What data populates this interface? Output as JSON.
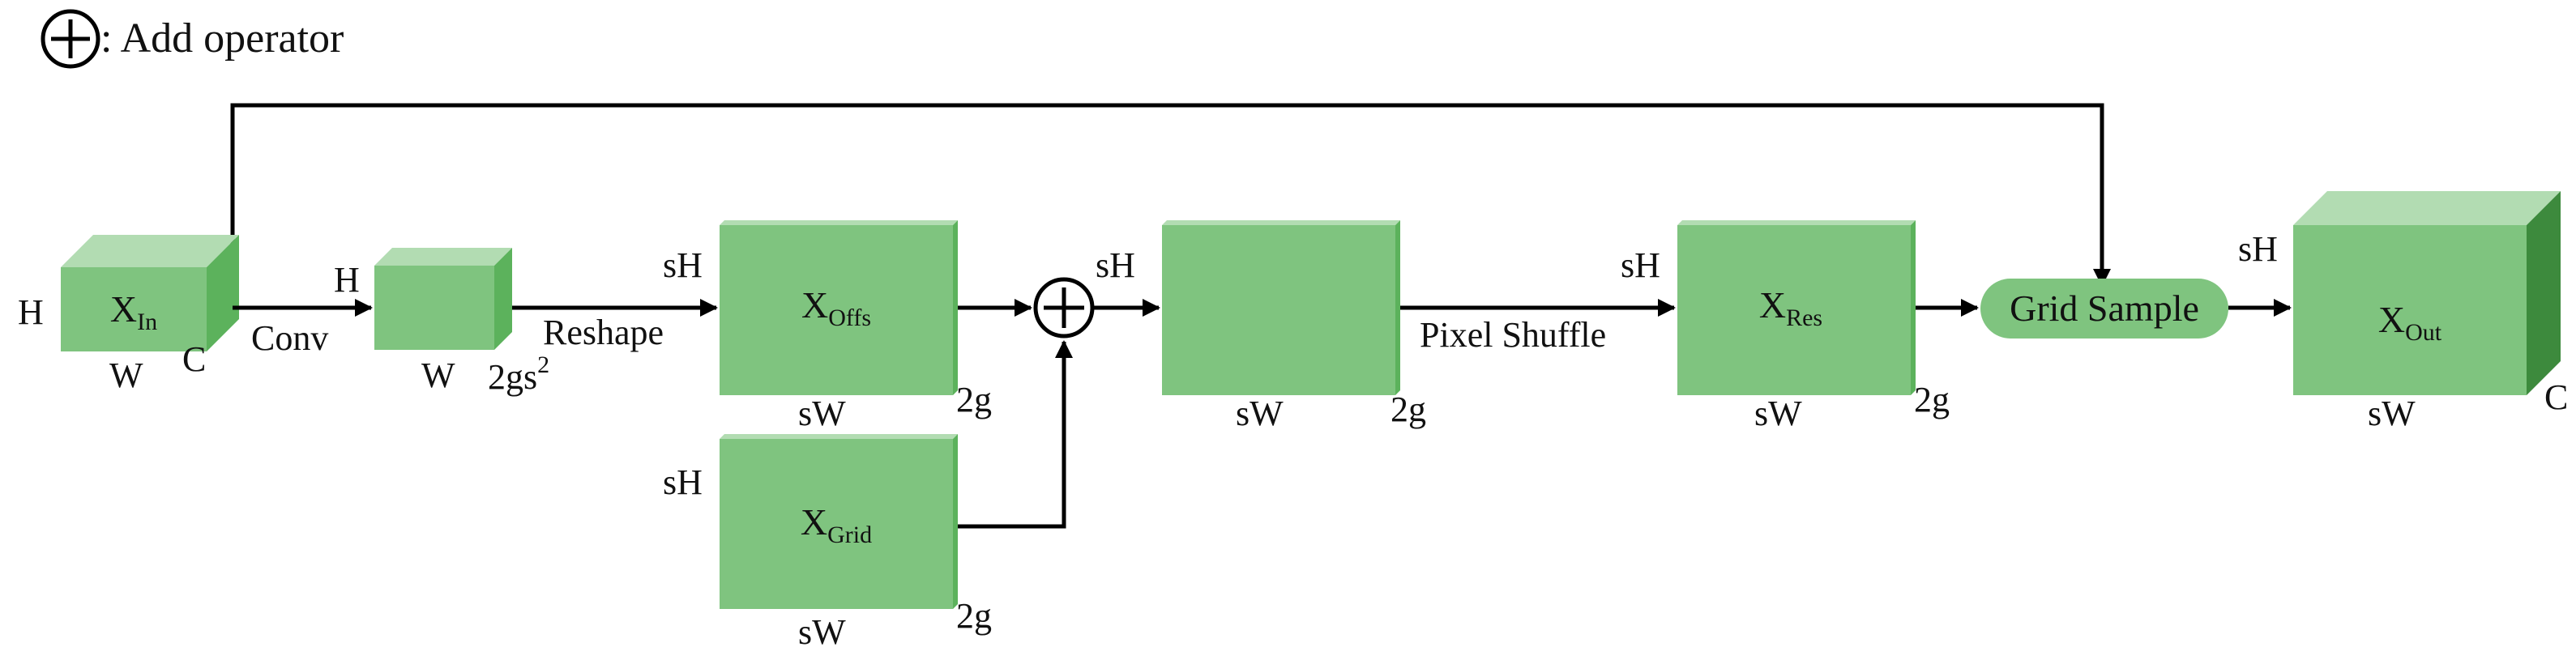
{
  "legend": {
    "symbol": "⊕",
    "text": ": Add operator"
  },
  "colors": {
    "front": "#7fc47f",
    "top": "#b2dcb2",
    "side": "#5cb25c",
    "side_dark": "#3d8a3d",
    "pill": "#7fc47f",
    "stroke": "#000000"
  },
  "blocks": {
    "x_in": {
      "main": "X",
      "sub": "In",
      "h": "H",
      "w": "W",
      "c": "C"
    },
    "conv": {
      "h": "H",
      "w": "W",
      "c_main": "2gs",
      "c_sup": "2"
    },
    "x_offs": {
      "main": "X",
      "sub": "Offs",
      "h": "sH",
      "w": "sW",
      "c": "2g"
    },
    "x_grid": {
      "main": "X",
      "sub": "Grid",
      "h": "sH",
      "w": "sW",
      "c": "2g"
    },
    "sum": {
      "h": "sH",
      "w": "sW",
      "c": "2g"
    },
    "x_res": {
      "main": "X",
      "sub": "Res",
      "h": "sH",
      "w": "sW",
      "c": "2g"
    },
    "x_out": {
      "main": "X",
      "sub": "Out",
      "h": "sH",
      "w": "sW",
      "c": "C"
    }
  },
  "ops": {
    "conv": "Conv",
    "reshape": "Reshape",
    "pixel_shuffle": "Pixel Shuffle",
    "grid_sample": "Grid Sample"
  }
}
